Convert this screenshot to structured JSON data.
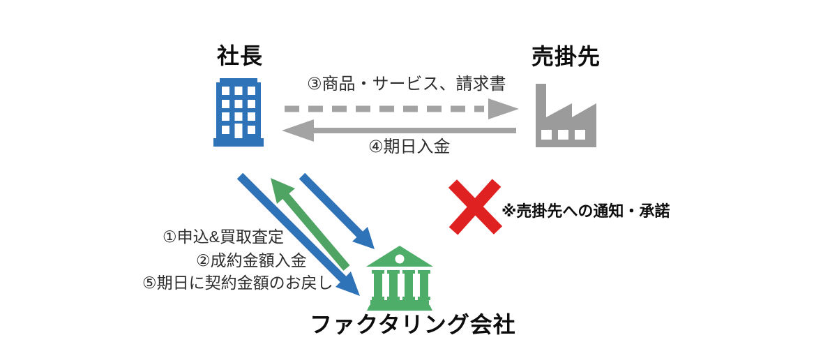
{
  "colors": {
    "blue": "#2E72B7",
    "green": "#4FA463",
    "bank_green": "#4EAD68",
    "gray": "#A3A3A3",
    "factory_gray": "#9B9B9B",
    "red": "#E02121",
    "white": "#FFFFFF"
  },
  "entities": {
    "president": {
      "label": "社長",
      "icon": "office-building-icon"
    },
    "client": {
      "label": "売掛先",
      "icon": "factory-icon"
    },
    "factoring": {
      "label": "ファクタリング会社",
      "icon": "bank-icon"
    }
  },
  "flows": {
    "step1": "①申込&買取査定",
    "step2": "②成約金額入金",
    "step3": "③商品・サービス、請求書",
    "step4": "④期日入金",
    "step5": "⑤期日に契約金額のお戻し",
    "note": "※売掛先への通知・承諾"
  },
  "icons": {
    "prohibition": "red-cross-icon"
  }
}
